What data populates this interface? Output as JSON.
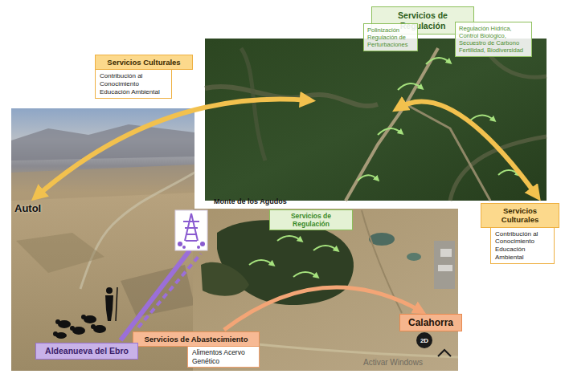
{
  "diagram": {
    "nodes": [
      {
        "text": [
          "Servicios de Regulación"
        ]
      },
      {
        "text": [
          "Polinización Regulación de Perturbaciones"
        ]
      },
      {
        "text": [
          "Regulación Hídrica, Control Biológico, Secuestro de Carbono Fertilidad, Biodiversidad"
        ]
      },
      {
        "text": [
          "Servicios Culturales",
          "Contribución al Conocimiento Educación Ambiental"
        ]
      },
      {
        "text": [
          "Servicios Culturales",
          "Contribución al Conocimiento Educación Ambiental"
        ]
      },
      {
        "text": [
          "Servicios de Regulación"
        ]
      },
      {
        "text": [
          "Servicios de Abastecimiento",
          "Alimentos Acervo Genético"
        ]
      },
      {
        "text": [
          "Aldeanueva del Ebro"
        ]
      },
      {
        "text": [
          "Calahorra"
        ]
      }
    ],
    "edges": [
      {
        "from": 6,
        "to": 8,
        "arrow": "to"
      }
    ],
    "labels": [
      "Autol",
      "Monte de los Agudos",
      "2D",
      "Activar Windows"
    ]
  }
}
